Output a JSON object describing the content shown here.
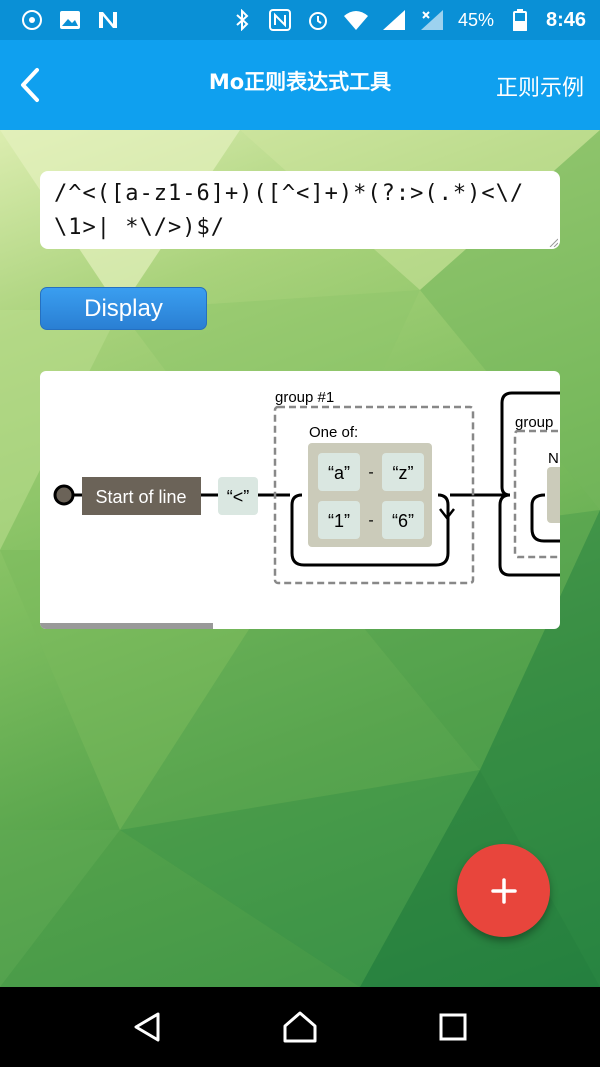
{
  "status_bar": {
    "battery": "45%",
    "time": "8:46"
  },
  "app_bar": {
    "title": "Mo正则表达式工具",
    "action": "正则示例"
  },
  "regex": {
    "value": "/^<([a-z1-6]+)([^<]+)*(?:>(.*)<\\/\\1>| *\\/>)$/"
  },
  "display_button": {
    "label": "Display"
  },
  "diagram": {
    "start_label": "Start of line",
    "literal_lt": "“<”",
    "group1_label": "group #1",
    "one_of_label": "One of:",
    "range1_from": "“a”",
    "range1_dash": "-",
    "range1_to": "“z”",
    "range2_from": "“1”",
    "range2_dash": "-",
    "range2_to": "“6”",
    "group2_label": "group",
    "next_partial": "N"
  },
  "colors": {
    "status_bar": "#0a90d6",
    "app_bar": "#0fa0ef",
    "fab": "#e8453c",
    "start_box": "#6b6358",
    "literal_box": "#dae7e1",
    "charclass_box": "#cbcbba"
  },
  "icons": [
    "back-icon",
    "add-icon",
    "nav-back-icon",
    "nav-home-icon",
    "nav-recents-icon",
    "bluetooth-icon",
    "nfc-icon",
    "alarm-icon",
    "wifi-icon",
    "signal-icon",
    "battery-icon"
  ]
}
